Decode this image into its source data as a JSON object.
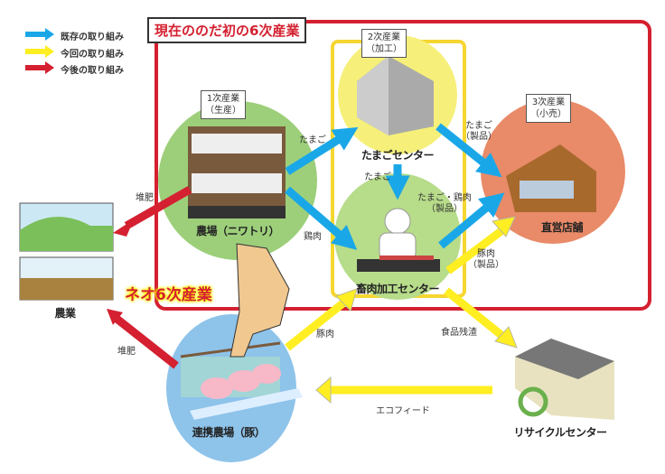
{
  "legend": [
    {
      "label": "既存の取り組み",
      "color": "#1aa7e8"
    },
    {
      "label": "今回の取り組み",
      "color": "#ffee22"
    },
    {
      "label": "今後の取り組み",
      "color": "#d42030"
    }
  ],
  "title": "現在ののだ初の6次産業",
  "neo_title": "ネオ6次産業",
  "stages": {
    "primary": {
      "line1": "1次産業",
      "line2": "（生産）"
    },
    "secondary": {
      "line1": "2次産業",
      "line2": "（加工）"
    },
    "tertiary": {
      "line1": "3次産業",
      "line2": "（小売）"
    }
  },
  "facilities": {
    "chicken_farm": "農場（ニワトリ）",
    "egg_center": "たまごセンター",
    "meat_center": "畜肉加工センター",
    "store": "直営店舗",
    "pig_farm": "連携農場（豚）",
    "recycle": "リサイクルセンター",
    "agriculture": "農業"
  },
  "flows": {
    "egg1": "たまご",
    "chicken": "鶏肉",
    "egg2": "たまご",
    "egg_product": [
      "たまご",
      "（製品）"
    ],
    "egg_chicken_product": [
      "たまご・鶏肉",
      "（製品）"
    ],
    "pork_product": [
      "豚肉",
      "（製品）"
    ],
    "compost1": "堆肥",
    "compost2": "堆肥",
    "pork": "豚肉",
    "food_waste": "食品残渣",
    "ecofeed": "エコフィード"
  }
}
